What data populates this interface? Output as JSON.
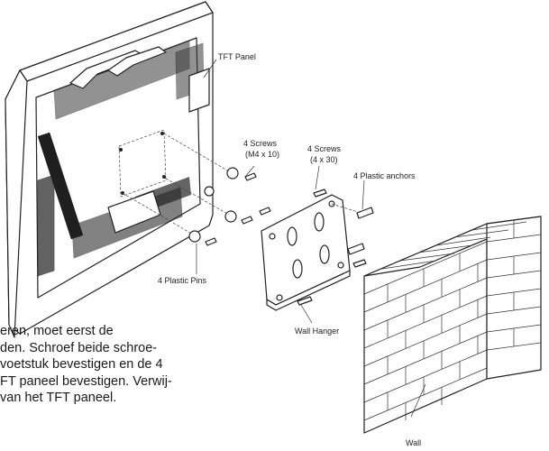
{
  "figure": {
    "labels": {
      "tft_panel": "TFT Panel",
      "screws_m4_line1": "4 Screws",
      "screws_m4_line2": "(M4 x 10)",
      "screws_4x30_line1": "4 Screws",
      "screws_4x30_line2": "(4 x 30)",
      "plastic_anchors": "4 Plastic anchors",
      "plastic_pins": "4 Plastic Pins",
      "wall_hanger": "Wall Hanger",
      "wall": "Wall"
    }
  },
  "text": {
    "lines": [
      "eren, moet eerst de",
      "den. Schroef beide schroe-",
      "voetstuk  bevestigen en de 4",
      "FT paneel bevestigen. Verwij-",
      "van het TFT paneel."
    ],
    "partial_line": "                       "
  }
}
